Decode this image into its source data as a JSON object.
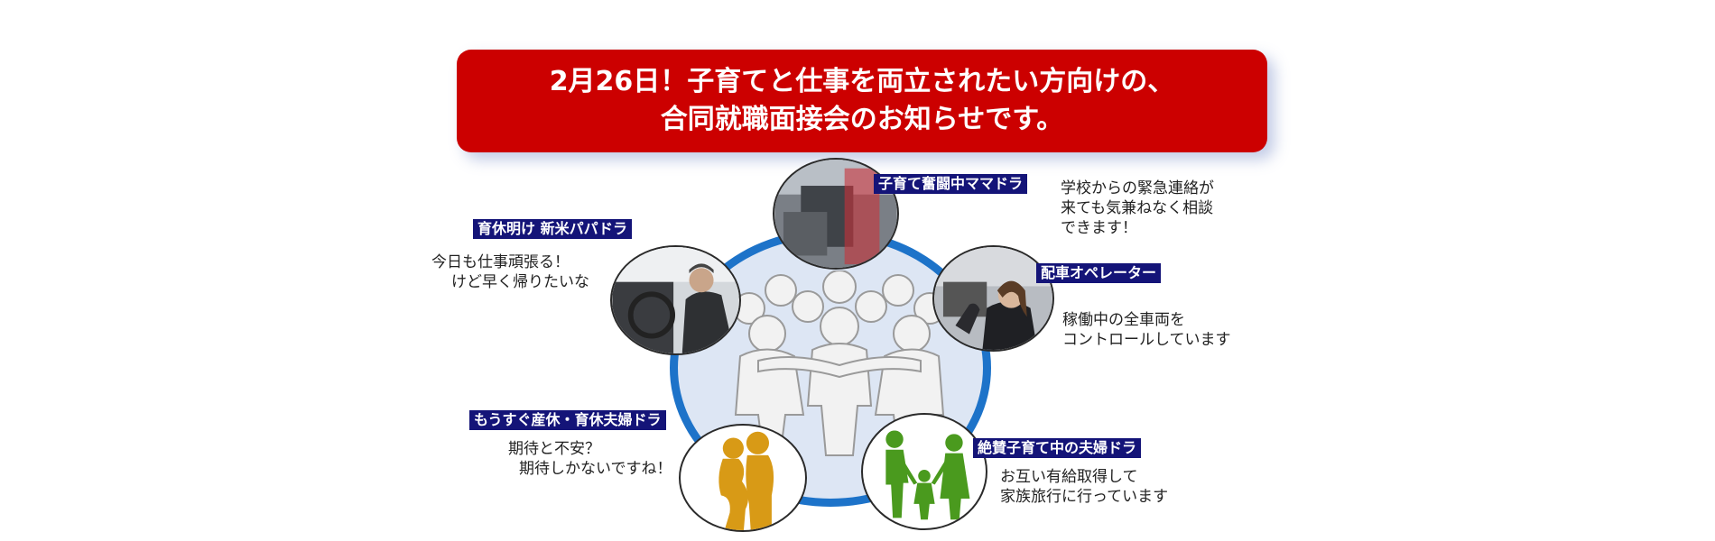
{
  "banner": {
    "line1": "2月26日！子育てと仕事を両立されたい方向けの、",
    "line2": "合同就職面接会のお知らせです。",
    "color": "#cc0000"
  },
  "center": {
    "ring_color": "#1d73c9",
    "fill_color": "#dde6f4",
    "icon": "group-of-people-icon"
  },
  "persons": [
    {
      "tag": "子育て奮闘中ママドラ",
      "quote": [
        "学校からの緊急連絡が",
        "来ても気兼ねなく相談",
        "できます！"
      ],
      "icon": "taxi-interior-photo"
    },
    {
      "tag": "育休明け 新米パパドラ",
      "quote": [
        "今日も仕事頑張る！",
        "けど早く帰りたいな"
      ],
      "icon": "driver-photo"
    },
    {
      "tag": "配車オペレーター",
      "quote": [
        "稼働中の全車両を",
        "コントロールしています"
      ],
      "icon": "operator-photo"
    },
    {
      "tag": "もうすぐ産休・育休夫婦ドラ",
      "quote": [
        "期待と不安？",
        "期待しかないですね！"
      ],
      "icon": "expecting-couple-silhouette"
    },
    {
      "tag": "絶賛子育て中の夫婦ドラ",
      "quote": [
        "お互い有給取得して",
        "家族旅行に行っています"
      ],
      "icon": "family-silhouette"
    }
  ],
  "tag_color": "#141478"
}
